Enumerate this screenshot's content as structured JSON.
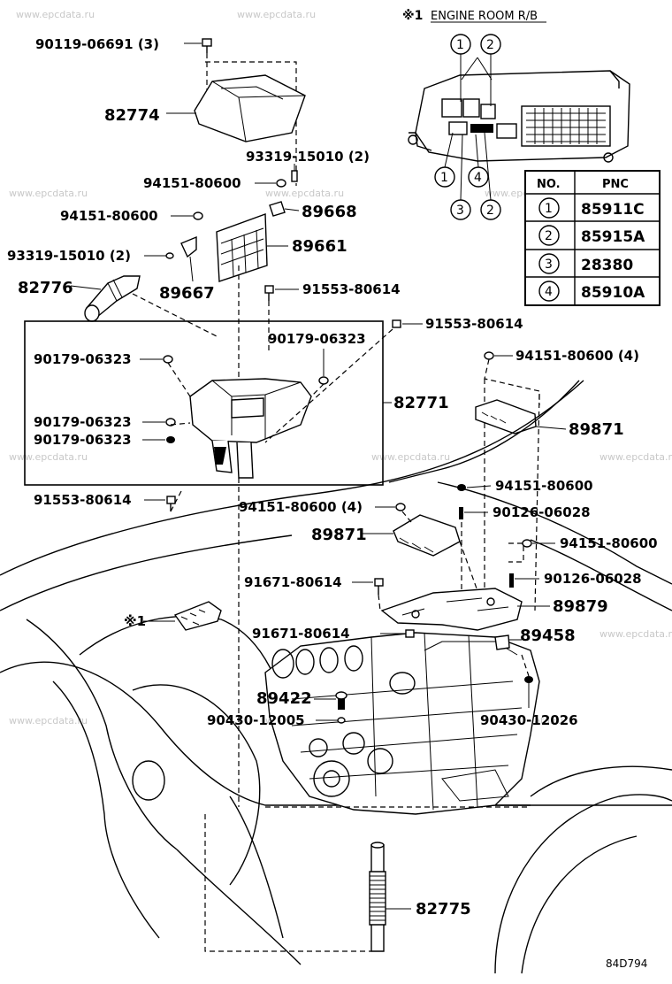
{
  "watermark": "www.epcdata.ru",
  "inset": {
    "title_prefix": "※1",
    "title": "ENGINE ROOM R/B",
    "table": {
      "headers": [
        "NO.",
        "PNC"
      ],
      "rows": [
        {
          "no": "1",
          "pnc": "85911C"
        },
        {
          "no": "2",
          "pnc": "85915A"
        },
        {
          "no": "3",
          "pnc": "28380"
        },
        {
          "no": "4",
          "pnc": "85910A"
        }
      ]
    },
    "callouts_top": [
      "1",
      "2"
    ],
    "callouts_bottom_row1": [
      "1",
      "4"
    ],
    "callouts_bottom_row2": [
      "3",
      "2"
    ]
  },
  "labels": {
    "p90119": "90119-06691 (3)",
    "p82774": "82774",
    "p93319a": "93319-15010 (2)",
    "p94151a": "94151-80600",
    "p94151b": "94151-80600",
    "p89668": "89668",
    "p89661": "89661",
    "p93319b": "93319-15010 (2)",
    "p82776": "82776",
    "p89667": "89667",
    "p91553a": "91553-80614",
    "p91553b": "91553-80614",
    "p90179a": "90179-06323",
    "p90179b": "90179-06323",
    "p90179c": "90179-06323",
    "p90179d": "90179-06323",
    "p82771": "82771",
    "p91553c": "91553-80614",
    "p94151c": "94151-80600 (4)",
    "p89871a": "89871",
    "p94151d": "94151-80600",
    "p94151e": "94151-80600 (4)",
    "p90126a": "90126-06028",
    "p89871b": "89871",
    "p94151f": "94151-80600",
    "p91671a": "91671-80614",
    "p90126b": "90126-06028",
    "p89879": "89879",
    "ref1": "※1",
    "p91671b": "91671-80614",
    "p89458": "89458",
    "p89422": "89422",
    "p90430a": "90430-12005",
    "p90430b": "90430-12026",
    "p82775": "82775",
    "figure_code": "84D794"
  }
}
